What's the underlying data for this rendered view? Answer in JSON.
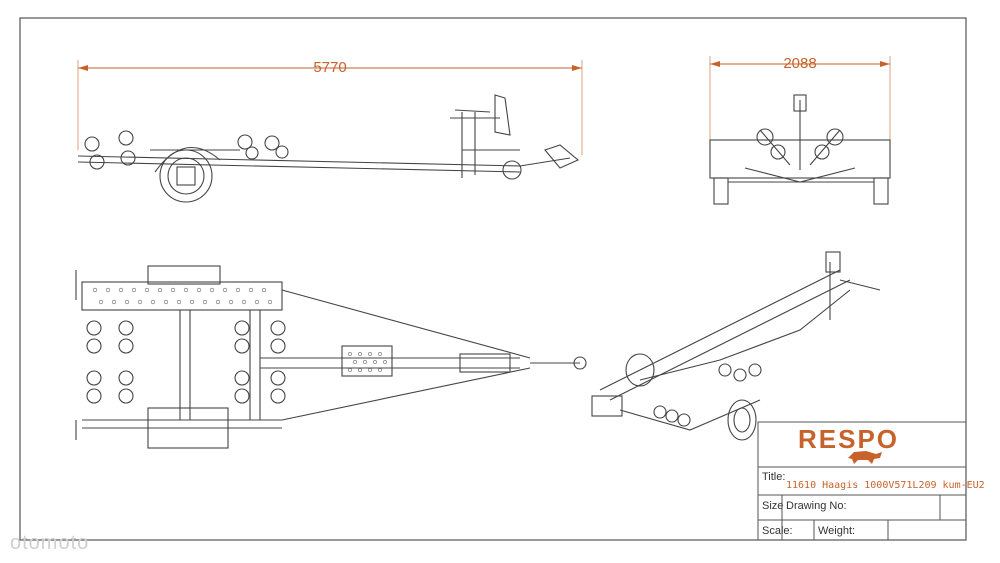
{
  "dimensions": {
    "length": "5770",
    "width": "2088"
  },
  "title_block": {
    "brand": "RESPO",
    "title_label": "Title:",
    "title_value": "11610 Haagis 1000V571L209 kum-EU2",
    "size_label": "Size",
    "drawing_no_label": "Drawing No:",
    "scale_label": "Scale:",
    "weight_label": "Weight:"
  },
  "colors": {
    "accent": "#c8622b",
    "line": "#444444"
  },
  "watermark": "otomoto"
}
